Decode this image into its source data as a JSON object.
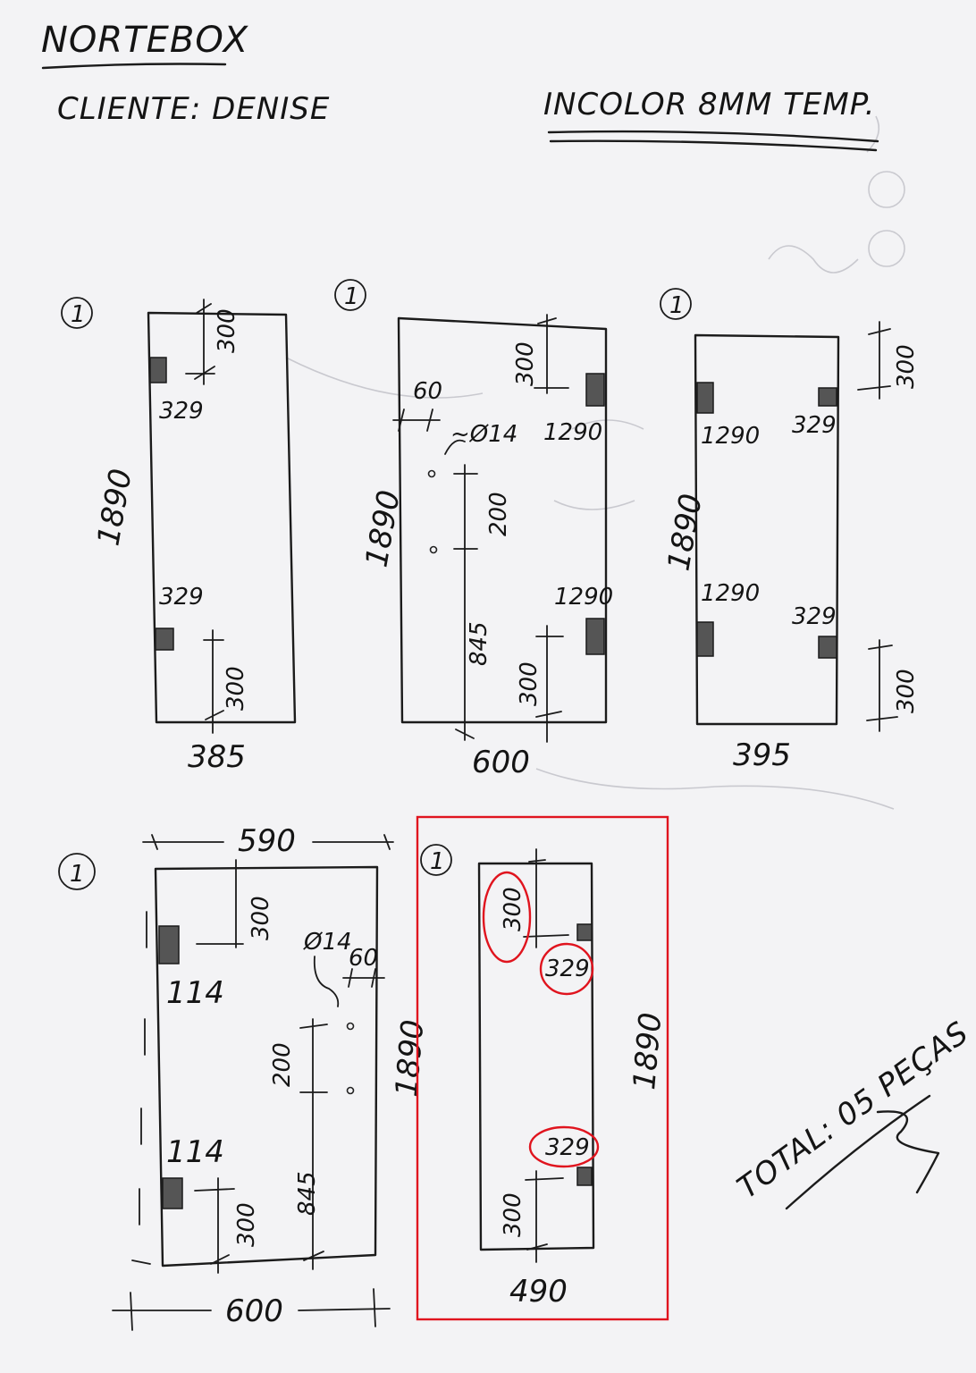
{
  "header": {
    "company": "NORTEBOX",
    "client": "CLIENTE: DENISE",
    "spec": "INCOLOR 8MM TEMP."
  },
  "total": "TOTAL: 05 PEÇAS",
  "pieces": [
    {
      "qty": "1",
      "height": "1890",
      "width": "385",
      "labels": [
        "300",
        "329",
        "329",
        "300"
      ]
    },
    {
      "qty": "1",
      "height": "1890",
      "width": "600",
      "labels": [
        "60",
        "~Ø14",
        "300",
        "1290",
        "200",
        "845",
        "1290",
        "300"
      ]
    },
    {
      "qty": "1",
      "height": "1890",
      "width": "395",
      "labels": [
        "300",
        "1290",
        "329",
        "1290",
        "329",
        "300"
      ]
    },
    {
      "qty": "1",
      "height": "1890",
      "width_top": "590",
      "width": "600",
      "labels": [
        "300",
        "114",
        "Ø14",
        "60",
        "200",
        "114",
        "845",
        "300"
      ]
    },
    {
      "qty": "1",
      "height": "1890",
      "width": "490",
      "labels": [
        "300",
        "329",
        "329",
        "300"
      ],
      "highlighted": true
    }
  ]
}
